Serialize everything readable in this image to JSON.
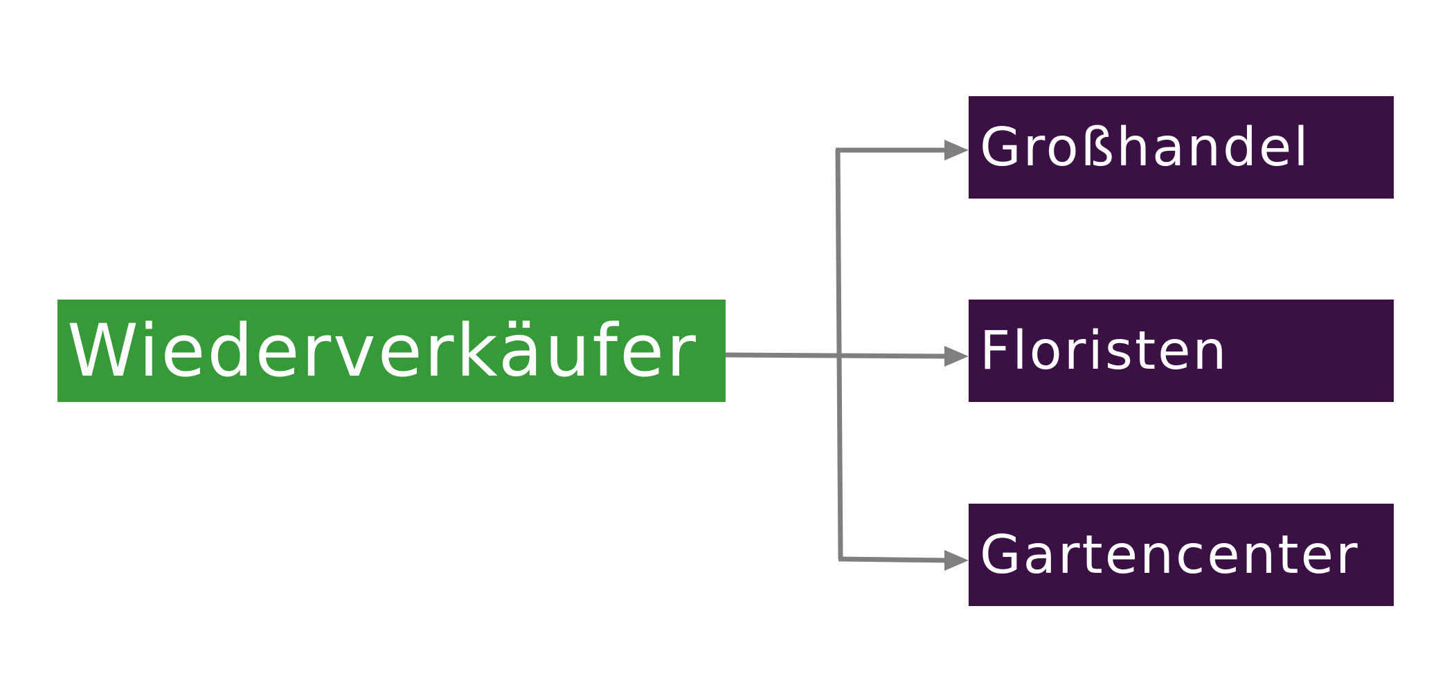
{
  "colors": {
    "source_fill": "#359a37",
    "target_fill": "#3b1045",
    "connector": "#7f7f7f",
    "text": "#ffffff",
    "background": "#ffffff"
  },
  "source": {
    "label": "Wiederverkäufer"
  },
  "targets": [
    {
      "label": "Großhandel"
    },
    {
      "label": "Floristen"
    },
    {
      "label": "Gartencenter"
    }
  ]
}
